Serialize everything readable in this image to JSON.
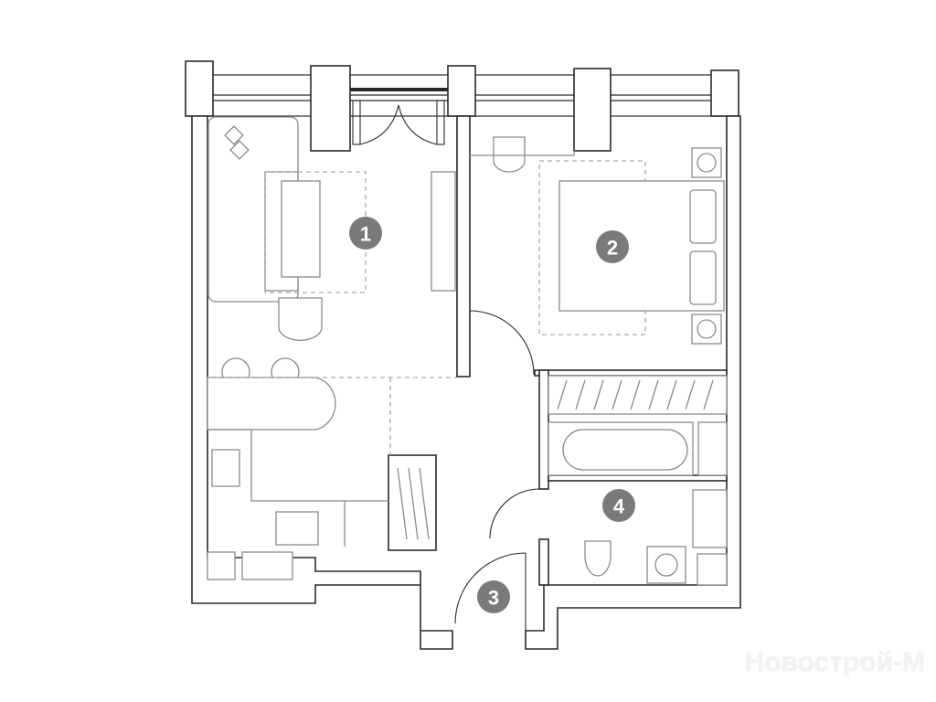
{
  "plan": {
    "rooms": [
      {
        "number": "1"
      },
      {
        "number": "2"
      },
      {
        "number": "3"
      },
      {
        "number": "4"
      }
    ],
    "colors": {
      "wall": "#2a2a2a",
      "furniture": "#8a8a8a",
      "label": "#7a7a7a"
    }
  },
  "watermark": "Новострой-М"
}
